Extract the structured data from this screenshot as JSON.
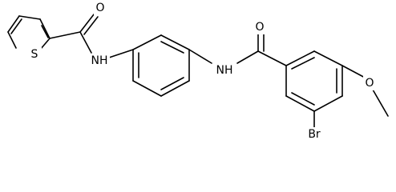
{
  "labels": {
    "sulfur": "S",
    "amide_oxygen_left": "O",
    "amide_nitrogen_left": "NH",
    "amide_nitrogen_right": "NH",
    "amide_oxygen_right": "O",
    "methoxy_oxygen": "O",
    "bromine": "Br"
  }
}
